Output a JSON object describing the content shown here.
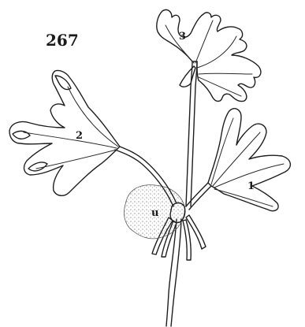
{
  "figure": {
    "number": "267",
    "labels": {
      "leaf_1": "1",
      "leaf_2": "2",
      "leaf_3": "3",
      "prothallus": "u"
    }
  }
}
